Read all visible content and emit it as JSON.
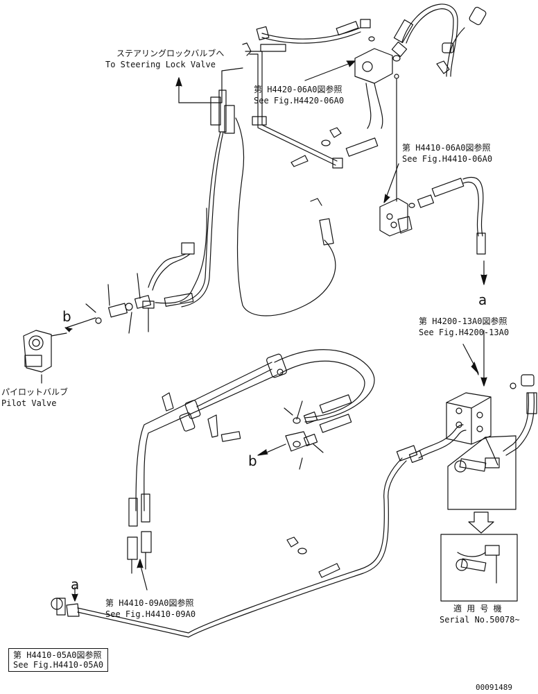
{
  "labels": {
    "steering_jp": "ステアリングロックバルブへ",
    "steering_en": "To Steering Lock Valve",
    "h4420_jp": "第 H4420-06A0図参照",
    "h4420_en": "See Fig.H4420-06A0",
    "h4410_06_jp": "第 H4410-06A0図参照",
    "h4410_06_en": "See Fig.H4410-06A0",
    "h4200_jp": "第 H4200-13A0図参照",
    "h4200_en": "See Fig.H4200-13A0",
    "pilot_jp": "パイロットバルブ",
    "pilot_en": "Pilot Valve",
    "h4410_09_jp": "第 H4410-09A0図参照",
    "h4410_09_en": "See Fig.H4410-09A0",
    "h4410_05_jp": "第 H4410-05A0図参照",
    "h4410_05_en": "See Fig.H4410-05A0",
    "serial_jp": "適 用 号 機",
    "serial_en": "Serial No.50078~",
    "part_no": "00091489"
  },
  "callouts": {
    "a_top": "a",
    "b_left": "b",
    "b_mid": "b",
    "a_bottom": "a"
  }
}
